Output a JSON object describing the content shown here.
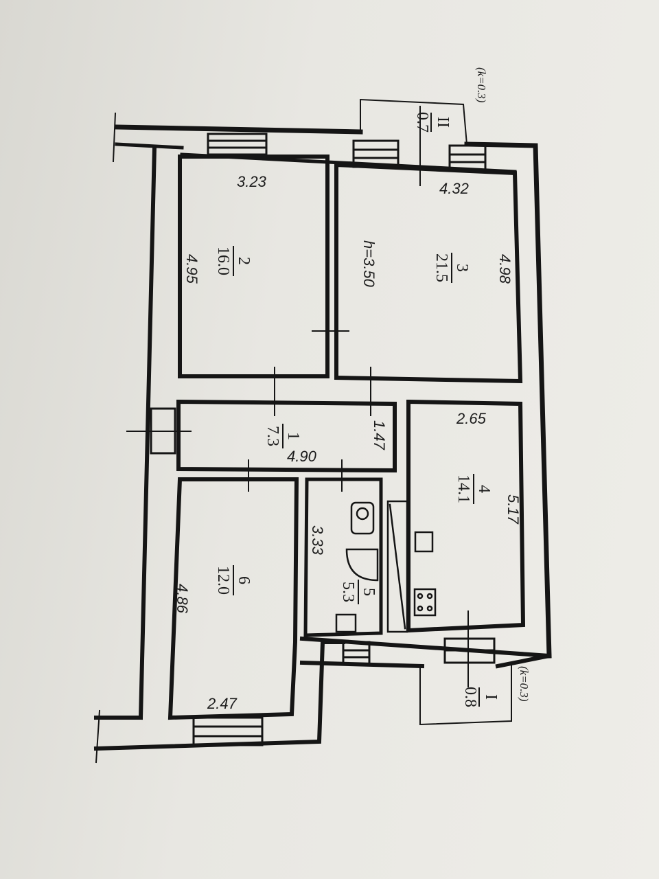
{
  "rooms": [
    {
      "number": "1",
      "area": "7.3",
      "length": "4.90",
      "width": "1.47"
    },
    {
      "number": "2",
      "area": "16.0",
      "length": "3.23",
      "width": "4.95"
    },
    {
      "number": "3",
      "area": "21.5",
      "length": "4.32",
      "width": "4.98",
      "height": "h=3.50"
    },
    {
      "number": "4",
      "area": "14.1",
      "length": "2.65",
      "width": "5.17"
    },
    {
      "number": "5",
      "area": "5.3",
      "width": "3.33"
    },
    {
      "number": "6",
      "area": "12.0",
      "length": "2.47",
      "width": "4.86"
    }
  ],
  "balconies": [
    {
      "number": "II",
      "area": "0.7",
      "coef": "(k=0.3)"
    },
    {
      "number": "I",
      "area": "0.8",
      "coef": "(k=0.3)"
    }
  ]
}
